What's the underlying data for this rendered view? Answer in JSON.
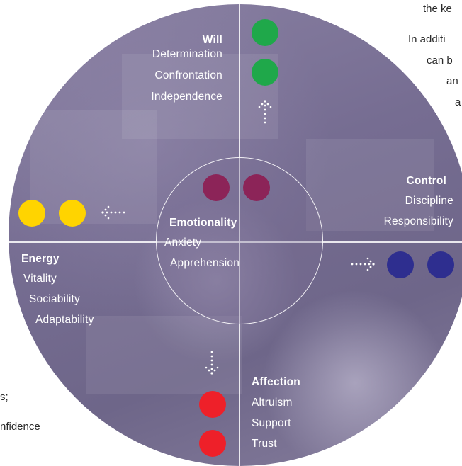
{
  "edge_text": {
    "top_right_1": "the ke",
    "top_right_2": "In additi",
    "top_right_3": "can b",
    "top_right_4": "an",
    "top_right_5": "a",
    "bottom_left_1": "s;",
    "bottom_left_2": "nfidence"
  },
  "quadrants": {
    "will": {
      "title": "Will",
      "traits": [
        "Determination",
        "Confrontation",
        "Independence"
      ],
      "color": "#1fa84a"
    },
    "control": {
      "title": "Control",
      "traits": [
        "Discipline",
        "Responsibility"
      ],
      "color": "#2e2e8f"
    },
    "energy": {
      "title": "Energy",
      "traits": [
        "Vitality",
        "Sociability",
        "Adaptability"
      ],
      "color": "#ffd400"
    },
    "affection": {
      "title": "Affection",
      "traits": [
        "Altruism",
        "Support",
        "Trust"
      ],
      "color": "#ee2029"
    },
    "emotionality": {
      "title": "Emotionality",
      "traits": [
        "Anxiety",
        "Apprehension"
      ],
      "color": "#8c2458"
    }
  }
}
